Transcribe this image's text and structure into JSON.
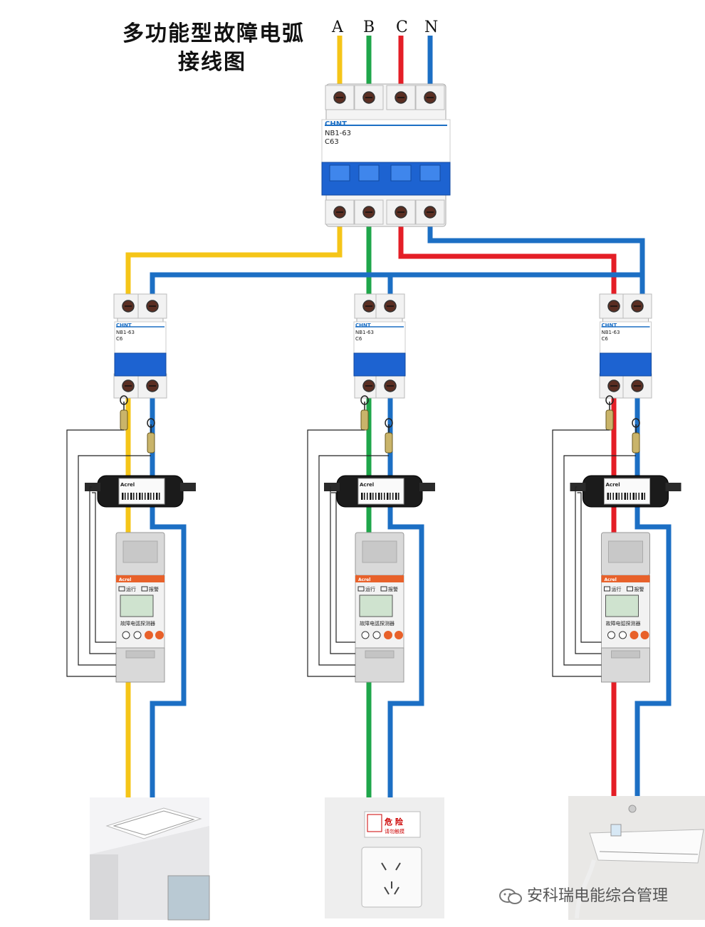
{
  "title": {
    "line1": "多功能型故障电弧",
    "line2": "接线图"
  },
  "phases": [
    "A",
    "B",
    "C",
    "N"
  ],
  "colors": {
    "A": "#f5c518",
    "B": "#1fa64a",
    "C": "#e41e26",
    "N": "#1c6fc4"
  },
  "main_breaker": {
    "brand": "CHNT",
    "model": "NB1-63",
    "rating": "C63"
  },
  "branch_breaker": {
    "brand": "CHNT",
    "model": "NB1-63",
    "rating": "C6"
  },
  "ct_brand": "Acrel",
  "detector": {
    "brand": "Acrel",
    "status_run": "运行",
    "status_alarm": "报警",
    "name": "故障电弧探测器"
  },
  "branches": [
    {
      "phase": "A",
      "load": "ceiling-light"
    },
    {
      "phase": "B",
      "load": "wall-socket"
    },
    {
      "phase": "C",
      "load": "air-conditioner"
    }
  ],
  "socket_warning": {
    "title": "危 险",
    "subtitle": "请勿触摸"
  },
  "watermark": "安科瑞电能综合管理"
}
